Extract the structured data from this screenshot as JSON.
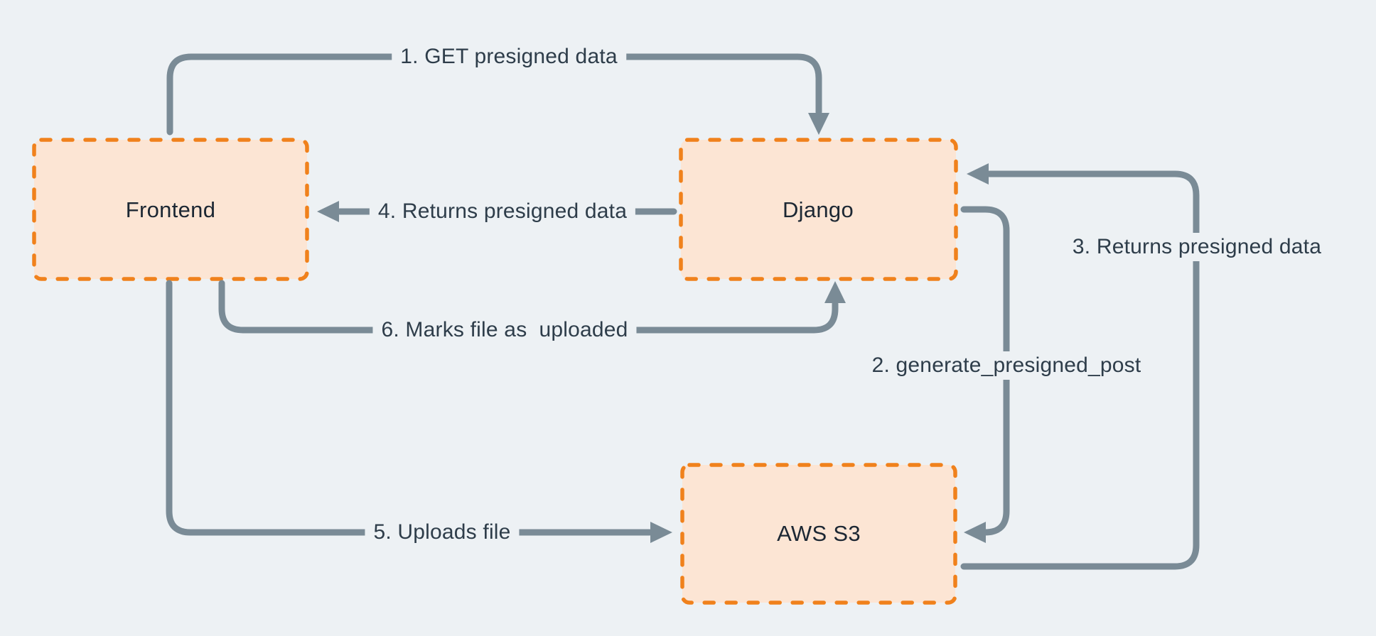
{
  "diagram": {
    "type": "flow-diagram",
    "colors": {
      "background": "#edf1f4",
      "node_fill": "#fce5d4",
      "node_border": "#f0811c",
      "arrow": "#7a8b96",
      "edge_label_text": "#2e3d4a",
      "node_label_text": "#1c2733"
    },
    "nodes": [
      {
        "id": "frontend",
        "label": "Frontend"
      },
      {
        "id": "django",
        "label": "Django"
      },
      {
        "id": "aws-s3",
        "label": "AWS S3"
      }
    ],
    "edges": [
      {
        "id": "1",
        "label": "1. GET presigned data",
        "from": "Frontend",
        "to": "Django"
      },
      {
        "id": "2",
        "label": "2. generate_presigned_post",
        "from": "Django",
        "to": "AWS S3"
      },
      {
        "id": "3",
        "label": "3. Returns presigned data",
        "from": "AWS S3",
        "to": "Django"
      },
      {
        "id": "4",
        "label": "4. Returns presigned data",
        "from": "Django",
        "to": "Frontend"
      },
      {
        "id": "5",
        "label": "5. Uploads file",
        "from": "Frontend",
        "to": "AWS S3"
      },
      {
        "id": "6",
        "label": "6. Marks file as  uploaded",
        "from": "Frontend",
        "to": "Django"
      }
    ]
  }
}
